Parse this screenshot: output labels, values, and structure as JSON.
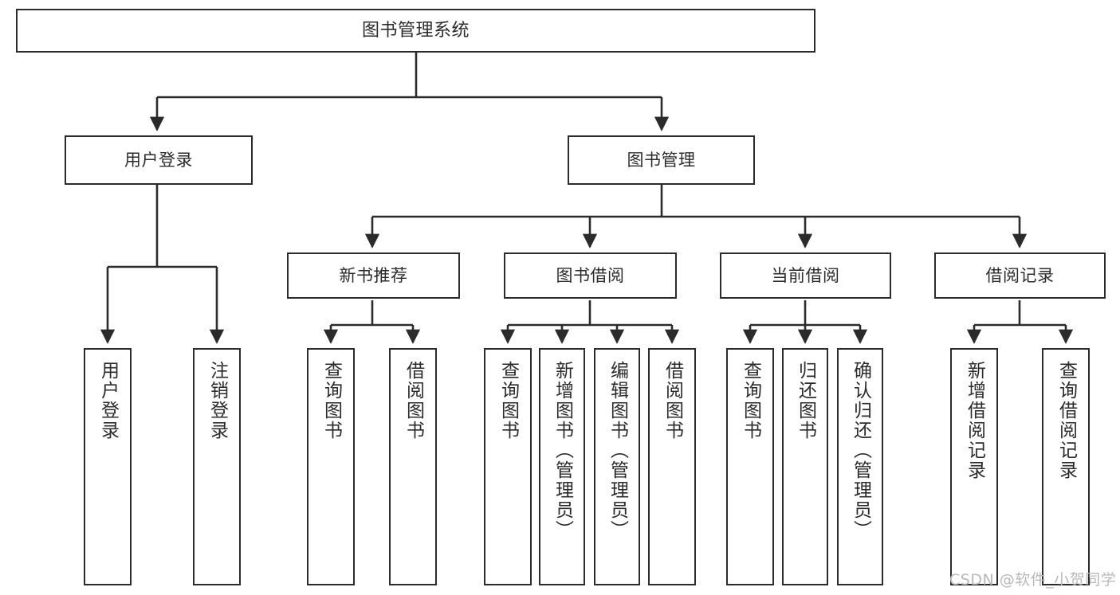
{
  "diagram": {
    "title": "图书管理系统",
    "type": "tree-hierarchy",
    "root": {
      "label": "图书管理系统"
    },
    "level1": [
      {
        "label": "用户登录"
      },
      {
        "label": "图书管理"
      }
    ],
    "level2": [
      {
        "label": "新书推荐"
      },
      {
        "label": "图书借阅"
      },
      {
        "label": "当前借阅"
      },
      {
        "label": "借阅记录"
      }
    ],
    "leaves": {
      "user_login": [
        {
          "label": "用户登录"
        },
        {
          "label": "注销登录"
        }
      ],
      "new_book_recommend": [
        {
          "label": "查询图书"
        },
        {
          "label": "借阅图书"
        }
      ],
      "book_borrow": [
        {
          "label": "查询图书"
        },
        {
          "label": "新增图书（管理员）"
        },
        {
          "label": "编辑图书（管理员）"
        },
        {
          "label": "借阅图书"
        }
      ],
      "current_borrow": [
        {
          "label": "查询图书"
        },
        {
          "label": "归还图书"
        },
        {
          "label": "确认归还（管理员）"
        }
      ],
      "borrow_record": [
        {
          "label": "新增借阅记录"
        },
        {
          "label": "查询借阅记录"
        }
      ]
    }
  },
  "watermark": {
    "text": "CSDN @软件_小贺同学"
  },
  "colors": {
    "stroke": "#2b2b2b",
    "fill": "#ffffff",
    "watermark": "#b9b9b9"
  }
}
